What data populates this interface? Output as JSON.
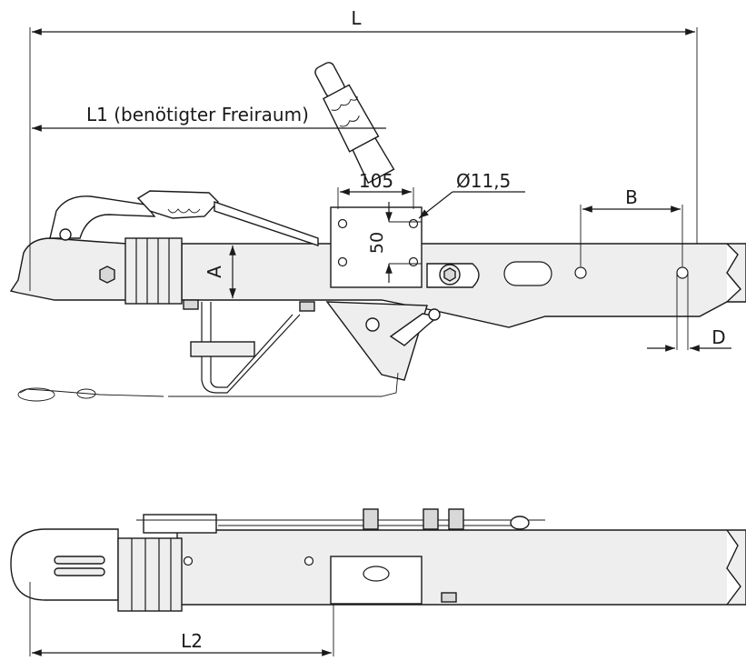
{
  "dimensions": {
    "L": "L",
    "L1": "L1 (benötigter Freiraum)",
    "plate_width": "105",
    "hole_diameter": "Ø11,5",
    "plate_height": "50",
    "A": "A",
    "B": "B",
    "D": "D",
    "L2": "L2"
  }
}
